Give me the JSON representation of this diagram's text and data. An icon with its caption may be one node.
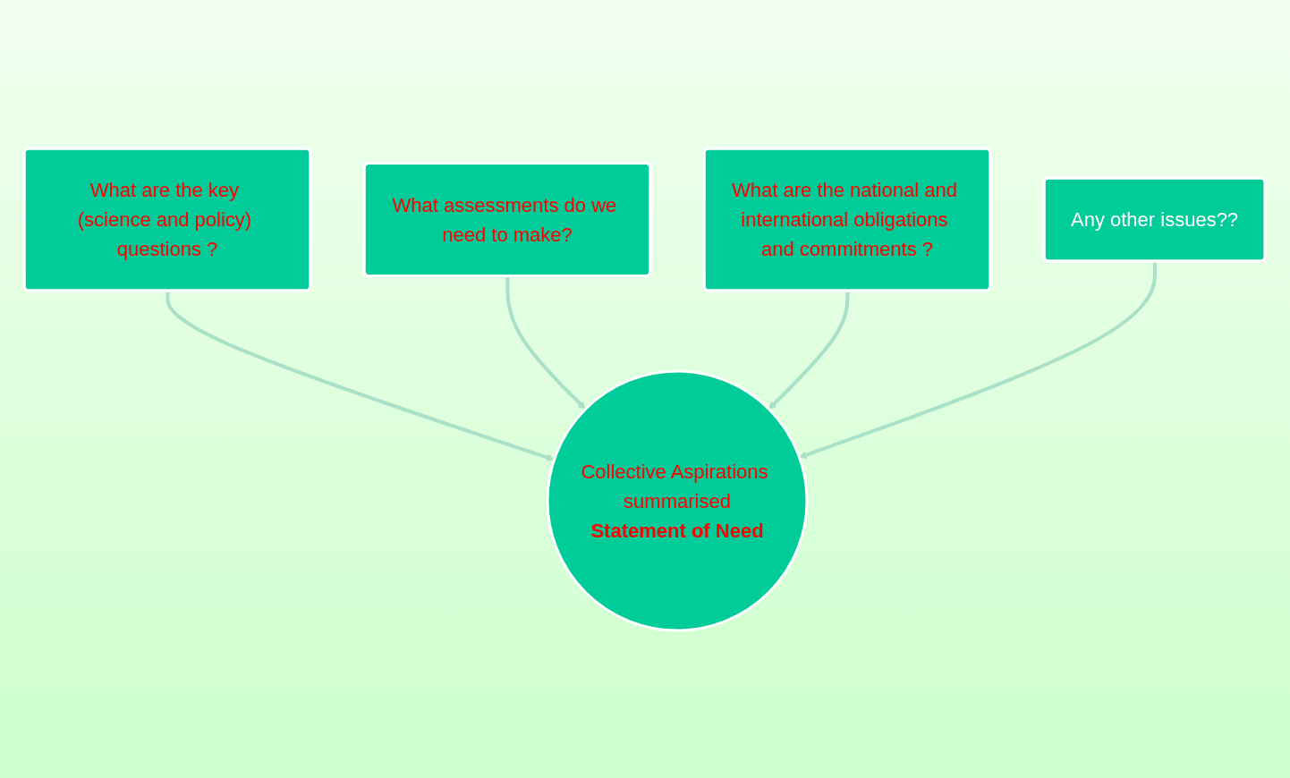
{
  "diagram": {
    "nodes": [
      {
        "text": [
          "What are the key (science and policy) questions ?"
        ]
      },
      {
        "text": [
          "What assessments do we need to make?"
        ]
      },
      {
        "text": [
          "What are the national and international obligations and commitments ?"
        ]
      },
      {
        "text": [
          "Any other issues??"
        ]
      },
      {
        "text": [
          "Collective Aspirations summarised",
          "Statement of Need"
        ]
      }
    ],
    "edges": [
      {
        "from": 0,
        "to": 4,
        "arrow": "to"
      },
      {
        "from": 1,
        "to": 4,
        "arrow": "to"
      },
      {
        "from": 2,
        "to": 4,
        "arrow": "to"
      },
      {
        "from": 3,
        "to": 4,
        "arrow": "to"
      }
    ]
  }
}
